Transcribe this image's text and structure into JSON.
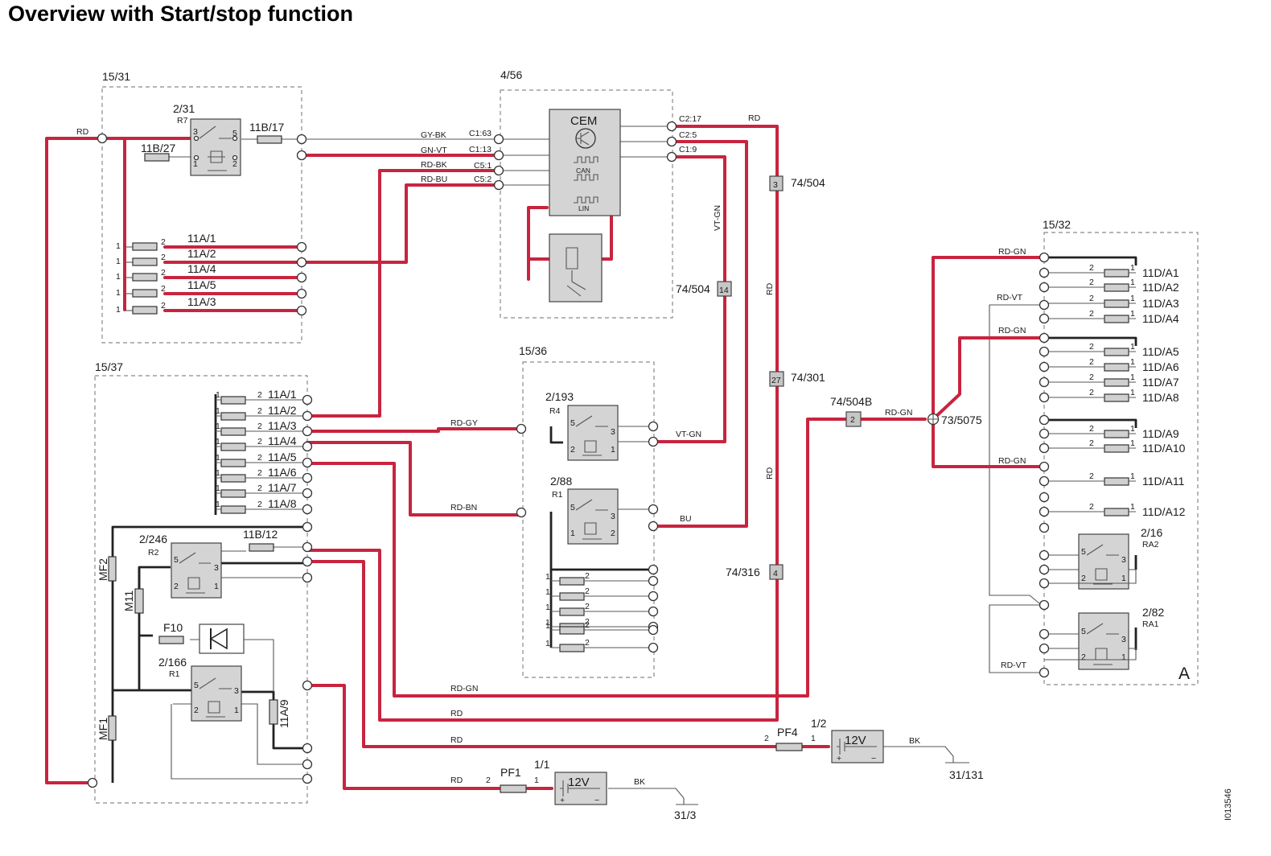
{
  "title": "Overview with Start/stop function",
  "doc_id": "I013546",
  "zones": {
    "z1531": "15/31",
    "z456": "4/56",
    "z1536": "15/36",
    "z1537": "15/37",
    "z1532": "15/32",
    "zoneA": "A"
  },
  "cem": {
    "name": "CEM",
    "can": "CAN",
    "lin": "LIN"
  },
  "connectors": {
    "c163": "C1:63",
    "c113": "C1:13",
    "c51": "C5:1",
    "c52": "C5:2",
    "c217": "C2:17",
    "c25": "C2:5",
    "c19": "C1:9"
  },
  "wires": {
    "rd": "RD",
    "gybk": "GY-BK",
    "gnvt": "GN-VT",
    "rdbk": "RD-BK",
    "rdbu": "RD-BU",
    "vtgn": "VT-GN",
    "rdgy": "RD-GY",
    "rdbn": "RD-BN",
    "bu": "BU",
    "rdgn": "RD-GN",
    "rdvt": "RD-VT",
    "bk": "BK"
  },
  "parts": {
    "relay231": "2/31",
    "r7": "R7",
    "f11b17": "11B/17",
    "f11b27": "11B/27",
    "relay2193": "2/193",
    "r4": "R4",
    "relay288": "2/88",
    "r1": "R1",
    "relay2246": "2/246",
    "r2": "R2",
    "f11b12": "11B/12",
    "relay2166": "2/166",
    "r1b": "R1",
    "mf2": "MF2",
    "mf1": "MF1",
    "m11": "M11",
    "f10": "F10",
    "f11a9": "11A/9",
    "relay216": "2/16",
    "ra2": "RA2",
    "relay282": "2/82",
    "ra1": "RA1",
    "pf1": "PF1",
    "pf4": "PF4",
    "bat11": "1/1",
    "bat12": "1/2",
    "v12": "12V",
    "g313": "31/3",
    "g31131": "31/131",
    "k74504a": "74/504",
    "k74504b": "74/504",
    "k74301": "74/301",
    "k74316": "74/316",
    "k74504B": "74/504B",
    "j735075": "73/5075",
    "pin3": "3",
    "pin14": "14",
    "pin27": "27",
    "pin4": "4",
    "pin2": "2"
  },
  "fuses_11a_top": [
    "11A/1",
    "11A/2",
    "11A/4",
    "11A/5",
    "11A/3"
  ],
  "fuses_11a_left": [
    "11A/1",
    "11A/2",
    "11A/3",
    "11A/4",
    "11A/5",
    "11A/6",
    "11A/7",
    "11A/8"
  ],
  "fuses_11d": [
    "11D/A1",
    "11D/A2",
    "11D/A3",
    "11D/A4",
    "11D/A5",
    "11D/A6",
    "11D/A7",
    "11D/A8",
    "11D/A9",
    "11D/A10",
    "11D/A11",
    "11D/A12"
  ],
  "pins": {
    "p1": "1",
    "p2": "2",
    "p3": "3",
    "p5": "5"
  }
}
